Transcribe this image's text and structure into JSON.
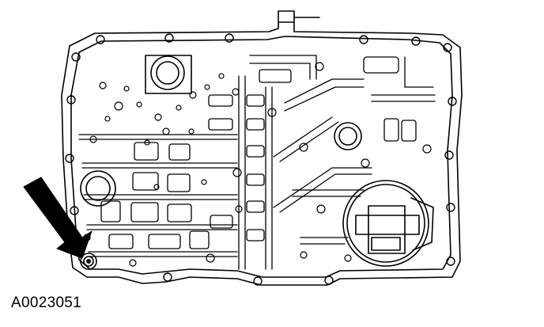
{
  "figure": {
    "id_label": "A0023051",
    "subject": "transmission-valve-body",
    "callout": "arrow-pointing-to-bolt"
  },
  "colors": {
    "ink": "#000000",
    "paper": "#ffffff"
  }
}
